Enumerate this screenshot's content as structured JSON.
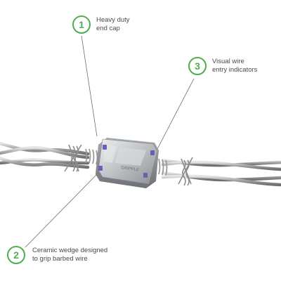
{
  "callouts": [
    {
      "number": "1",
      "line1": "Heavy duty",
      "line2": "end cap"
    },
    {
      "number": "2",
      "line1": "Ceramic wedge designed",
      "line2": "to grip barbed wire"
    },
    {
      "number": "3",
      "line1": "Visual wire",
      "line2": "entry indicators"
    }
  ],
  "colors": {
    "callout_accent": "#4fae4e",
    "wire": "#a9aaa8",
    "joiner_body": "#c6c8ca",
    "indicator": "#6b5fb3"
  }
}
